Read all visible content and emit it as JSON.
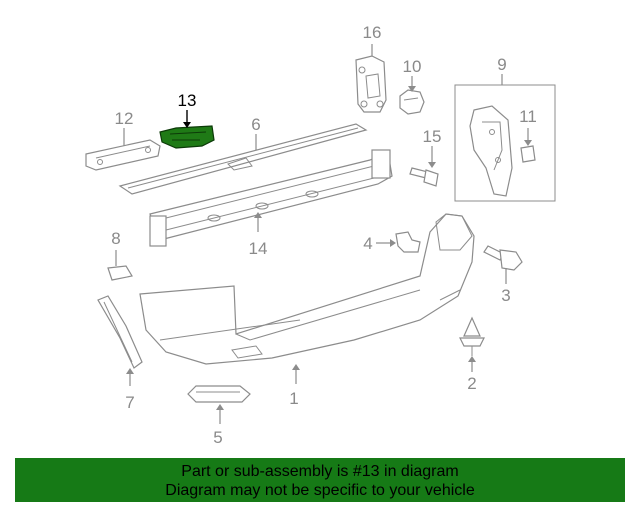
{
  "callouts": {
    "c1": "1",
    "c2": "2",
    "c3": "3",
    "c4": "4",
    "c5": "5",
    "c6": "6",
    "c7": "7",
    "c8": "8",
    "c9": "9",
    "c10": "10",
    "c11": "11",
    "c12": "12",
    "c13": "13",
    "c14": "14",
    "c15": "15",
    "c16": "16"
  },
  "highlighted_part": "13",
  "colors": {
    "banner_bg": "#167a16",
    "highlight_part": "#1f7a16",
    "line_art": "#8c8c8c"
  },
  "banner": {
    "line1": "Part or sub-assembly is #13 in diagram",
    "line2": "Diagram may not be specific to your vehicle"
  }
}
